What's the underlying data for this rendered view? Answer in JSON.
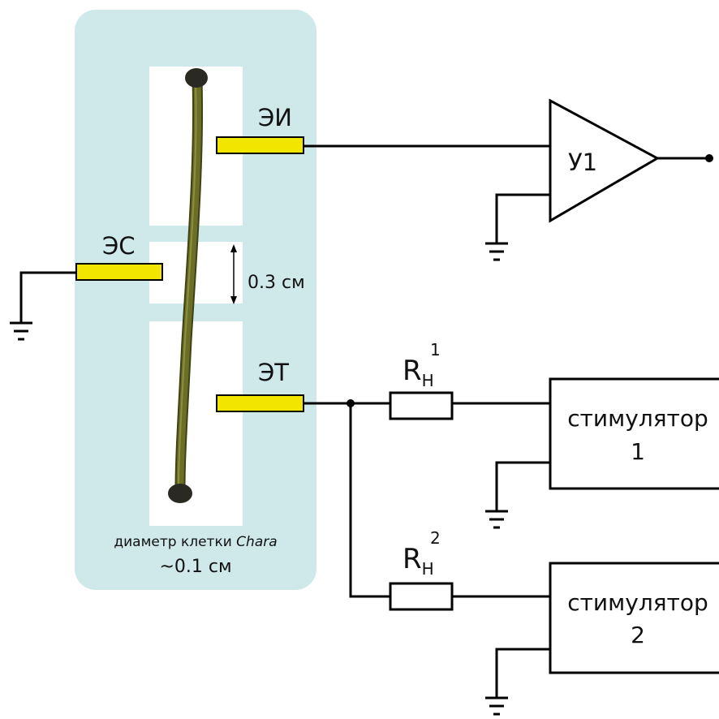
{
  "labels": {
    "ei": "ЭИ",
    "es": "ЭС",
    "et": "ЭТ",
    "amplifier": "У1",
    "gap": "0.3 см",
    "caption_prefix": "диаметр клетки ",
    "caption_species": "Chara",
    "caption_value": "~0.1 см",
    "r1_main": "R",
    "r1_sub": "Н",
    "r1_sup": "1",
    "r2_main": "R",
    "r2_sub": "Н",
    "r2_sup": "2",
    "stim1_line1": "стимулятор",
    "stim1_line2": "1",
    "stim2_line1": "стимулятор",
    "stim2_line2": "2"
  },
  "colors": {
    "chamber_bg": "#cfe9ea",
    "electrode": "#f2e600",
    "cell": "#6b6f25",
    "cell_ends": "#2a2a22",
    "wire": "#000000"
  },
  "icons": [
    "ground-icon",
    "amplifier-triangle-icon",
    "resistor-icon",
    "junction-dot-icon"
  ]
}
